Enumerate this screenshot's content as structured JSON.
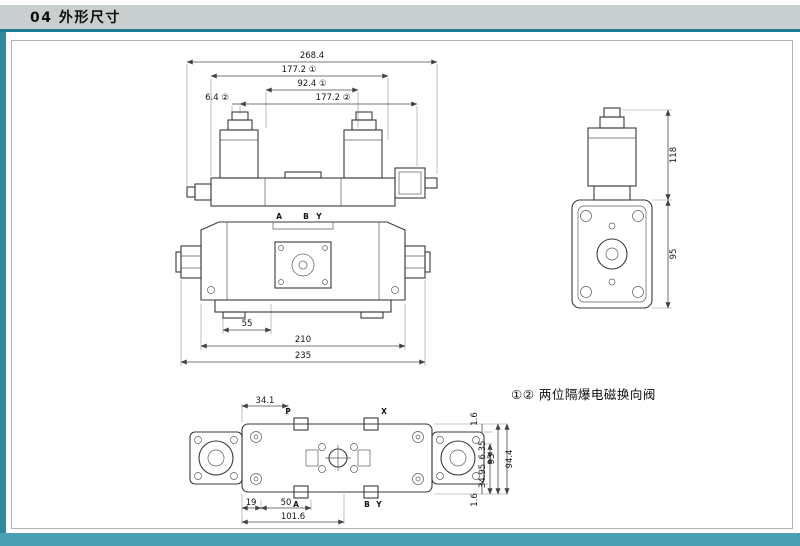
{
  "header": {
    "title": "04 外形尺寸"
  },
  "note": {
    "text": "①② 两位隔爆电磁换向阀"
  },
  "front_view": {
    "dims": {
      "overall": "268.4",
      "width_1": "177.2 ①",
      "center_1": "92.4 ①",
      "offset_2": "6.4 ②",
      "width_2": "177.2 ②",
      "base_55": "55",
      "base_210": "210",
      "base_235": "235"
    },
    "ports": {
      "a": "A",
      "b": "B",
      "y": "Y"
    }
  },
  "side_view": {
    "dims": {
      "h118": "118",
      "h95": "95"
    }
  },
  "top_view": {
    "dims": {
      "d34_1": "34.1",
      "d1_6_top": "1.6",
      "d6_35": "6.35",
      "d34_95": "34.95",
      "d93": "93",
      "d94_4": "94.4",
      "d1_6_bottom": "1.6",
      "d19": "19",
      "d50": "50",
      "d101_6": "101.6"
    },
    "ports": {
      "p": "P",
      "x": "X",
      "a": "A",
      "b": "B",
      "y": "Y"
    }
  }
}
